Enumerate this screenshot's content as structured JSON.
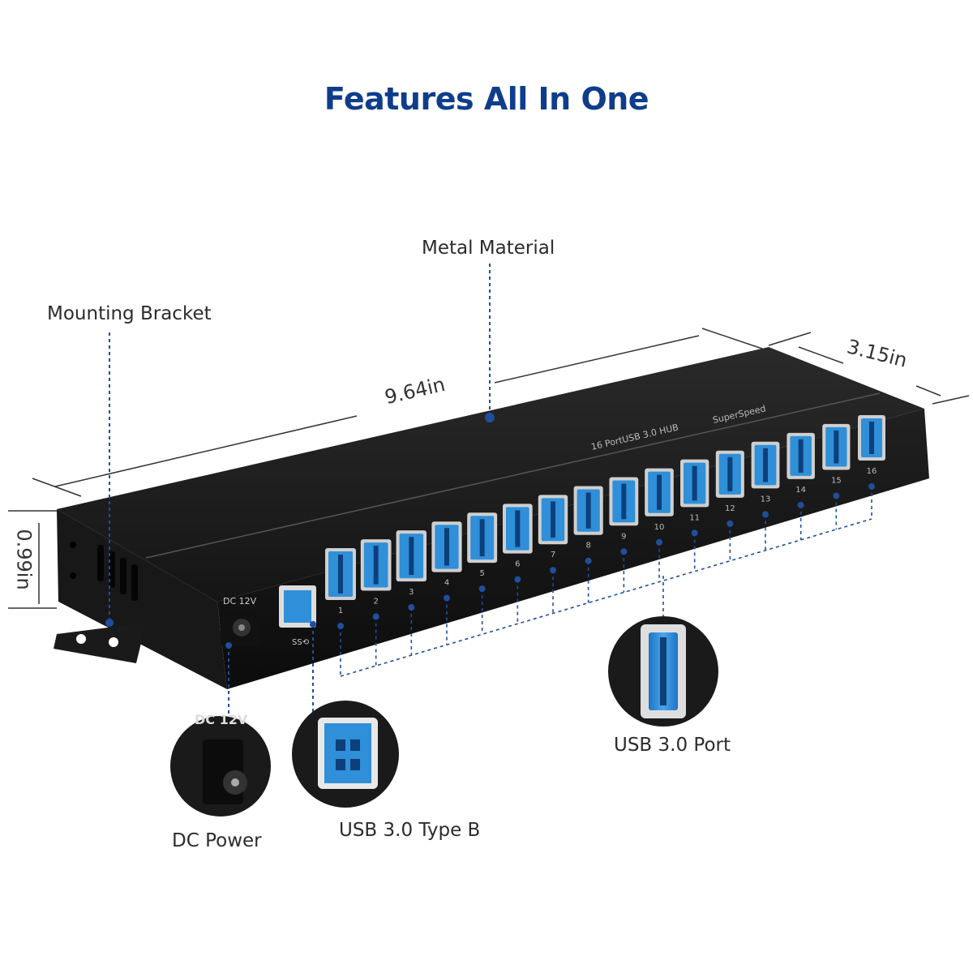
{
  "title": "Features All In One",
  "labels": {
    "metal_material": "Metal Material",
    "mounting_bracket": "Mounting Bracket",
    "usb_port": "USB 3.0 Port",
    "dc_power": "DC Power",
    "type_b": "USB 3.0 Type B"
  },
  "dimensions": {
    "length": "9.64in",
    "width": "3.15in",
    "height": "0.99in"
  },
  "device": {
    "top_brand": "16 PortUSB 3.0 HUB",
    "superspeed": "SuperSpeed",
    "dc_label": "DC 12V",
    "ss_label": "SS⟲",
    "port_numbers": [
      "1",
      "2",
      "3",
      "4",
      "5",
      "6",
      "7",
      "8",
      "9",
      "10",
      "11",
      "12",
      "13",
      "14",
      "15",
      "16"
    ]
  },
  "callouts": {
    "dc_text": "DC 12V"
  },
  "colors": {
    "title": "#0f3d8c",
    "accent_line": "#1f4f9c",
    "usb_blue": "#2f8fd8",
    "hub_body": "#1c1c1c"
  }
}
